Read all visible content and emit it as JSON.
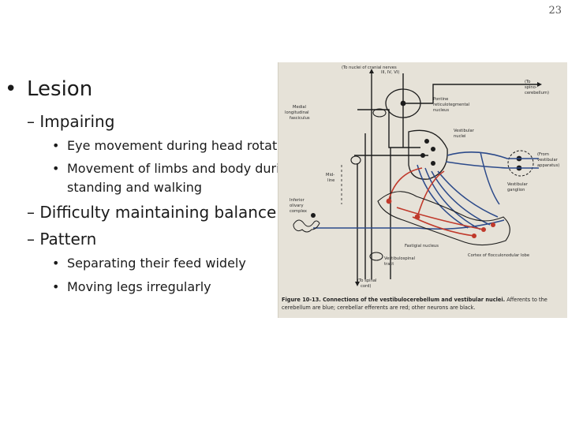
{
  "slide_number": "23",
  "bullets": {
    "lesion": "Lesion",
    "impairing": "Impairing",
    "eye_movement": "Eye movement during head rotation",
    "limbs_line1": "Movement of limbs and body during",
    "limbs_line2": "standing and walking",
    "difficulty": "Difficulty maintaining balance",
    "pattern": "Pattern",
    "separating": "Separating their feed widely",
    "moving_legs": "Moving legs irregularly"
  },
  "figure": {
    "labels": {
      "cranial_nerves_1": "(To nuclei of cranial nerves",
      "cranial_nerves_2": "III, IV, VI)",
      "to_spino_1": "(To",
      "to_spino_2": "spino-",
      "to_spino_3": "cerebellum)",
      "mlf_1": "Medial",
      "mlf_2": "longitudinal",
      "mlf_3": "fasciculus",
      "pontine_1": "Pontine",
      "pontine_2": "reticulotegmental",
      "pontine_3": "nucleus",
      "vestibular_nuclei_1": "Vestibular",
      "vestibular_nuclei_2": "nuclei",
      "from_vestibular_1": "(From",
      "from_vestibular_2": "vestibular",
      "from_vestibular_3": "apparatus)",
      "midline_1": "Mid-",
      "midline_2": "line",
      "vestibular_ganglion_1": "Vestibular",
      "vestibular_ganglion_2": "ganglion",
      "olivary_1": "Inferior",
      "olivary_2": "olivary",
      "olivary_3": "complex",
      "fastigial": "Fastigial nucleus",
      "cortex": "Cortex of flocculonodular lobe",
      "vestibulospinal_1": "Vestibulospinal",
      "vestibulospinal_2": "tract",
      "to_spinal_1": "(To spinal",
      "to_spinal_2": "cord)"
    },
    "caption_bold": "Figure 10-13. Connections of the vestibulocerebellum and vestibular nuclei.",
    "caption_rest": "Afferents to the cerebellum are blue; cerebellar efferents are red; other neurons are black."
  },
  "colors": {
    "afferent": "#2c4a8a",
    "efferent": "#c0392b",
    "other": "#1c1c1c",
    "figure_bg": "#e6e2d8"
  }
}
